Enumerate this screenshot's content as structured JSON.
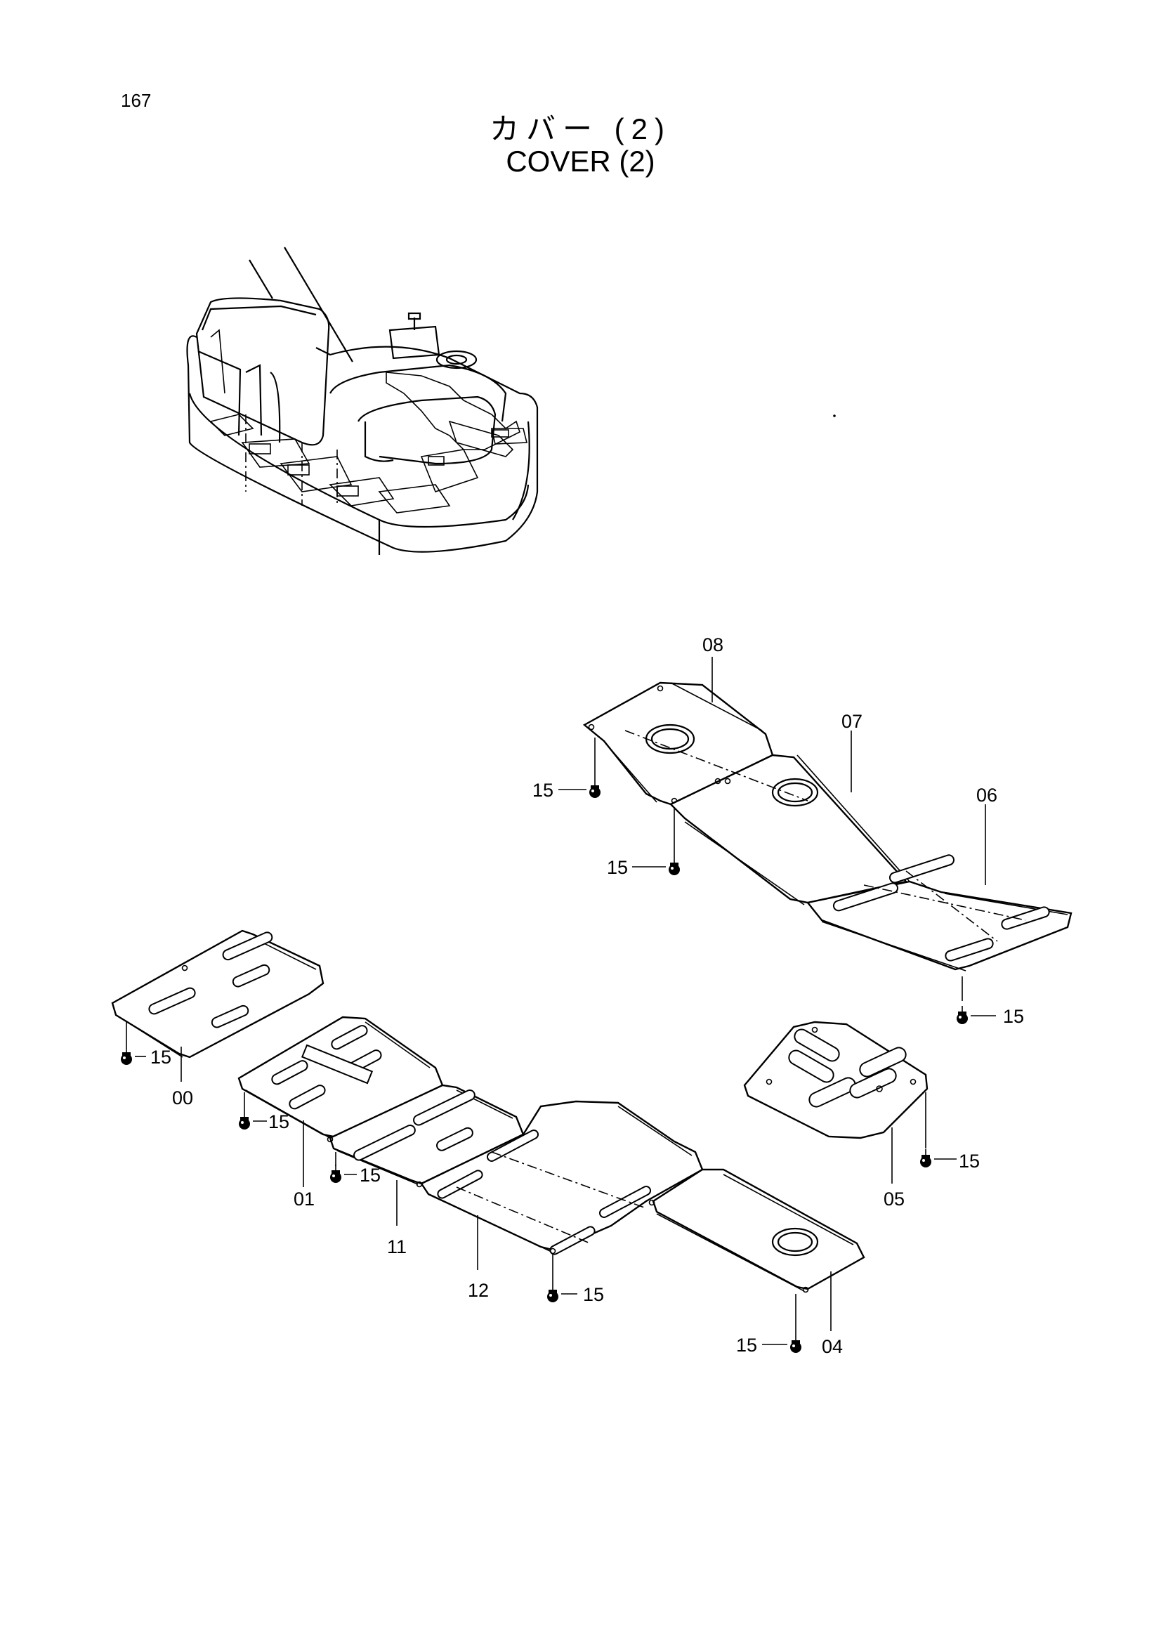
{
  "page": {
    "number": "167",
    "title_jp": "カバー (2)",
    "title_en": "COVER (2)"
  },
  "callouts": {
    "c08": "08",
    "c07": "07",
    "c06": "06",
    "c05": "05",
    "c04": "04",
    "c00": "00",
    "c01": "01",
    "c11": "11",
    "c12": "12",
    "c15": "15"
  },
  "colors": {
    "ink": "#000000",
    "paper": "#ffffff"
  }
}
